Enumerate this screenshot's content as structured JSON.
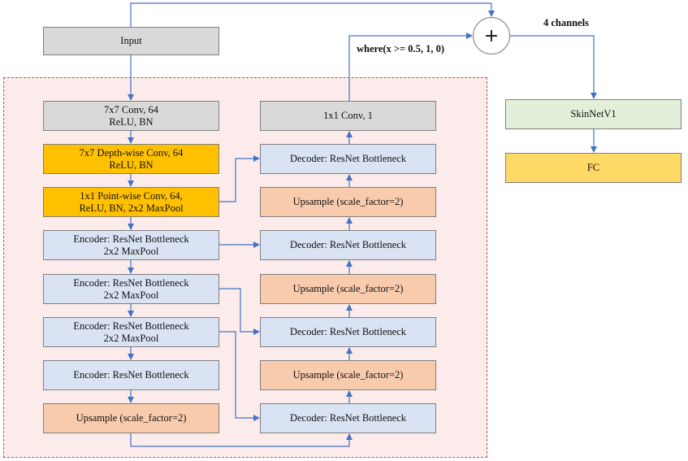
{
  "nodes": {
    "input": "Input",
    "conv7": "7x7 Conv, 64\nReLU, BN",
    "dw": "7x7 Depth-wise Conv, 64\nReLU, BN",
    "pw": "1x1 Point-wise Conv, 64,\nReLU, BN, 2x2 MaxPool",
    "enc1": "Encoder: ResNet Bottleneck\n2x2 MaxPool",
    "enc2": "Encoder: ResNet Bottleneck\n2x2 MaxPool",
    "enc3": "Encoder: ResNet Bottleneck\n2x2 MaxPool",
    "enc4": "Encoder: ResNet Bottleneck",
    "ups_left": "Upsample (scale_factor=2)",
    "conv1": "1x1 Conv, 1",
    "dec1": "Decoder: ResNet Bottleneck",
    "ups1": "Upsample (scale_factor=2)",
    "dec2": "Decoder: ResNet Bottleneck",
    "ups2": "Upsample (scale_factor=2)",
    "dec3": "Decoder: ResNet Bottleneck",
    "ups3": "Upsample (scale_factor=2)",
    "dec4": "Decoder: ResNet Bottleneck",
    "skinnet": "SkinNetV1",
    "fc": "FC"
  },
  "labels": {
    "where": "where(x >= 0.5, 1, 0)",
    "channels": "4 channels",
    "plus": "+"
  },
  "colors": {
    "arrow": "#4472c4",
    "region_border": "#c0504d"
  }
}
